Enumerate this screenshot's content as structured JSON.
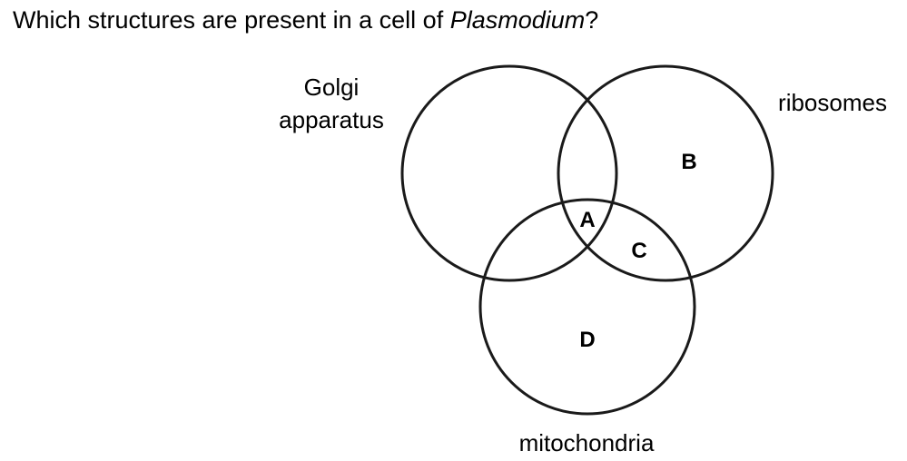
{
  "question": {
    "prefix": "Which structures are present in a cell of ",
    "organism": "Plasmodium",
    "suffix": "?"
  },
  "sets": {
    "golgi_line1": "Golgi",
    "golgi_line2": "apparatus",
    "ribosomes": "ribosomes",
    "mitochondria": "mitochondria"
  },
  "regions": {
    "a": "A",
    "b": "B",
    "c": "C",
    "d": "D"
  }
}
